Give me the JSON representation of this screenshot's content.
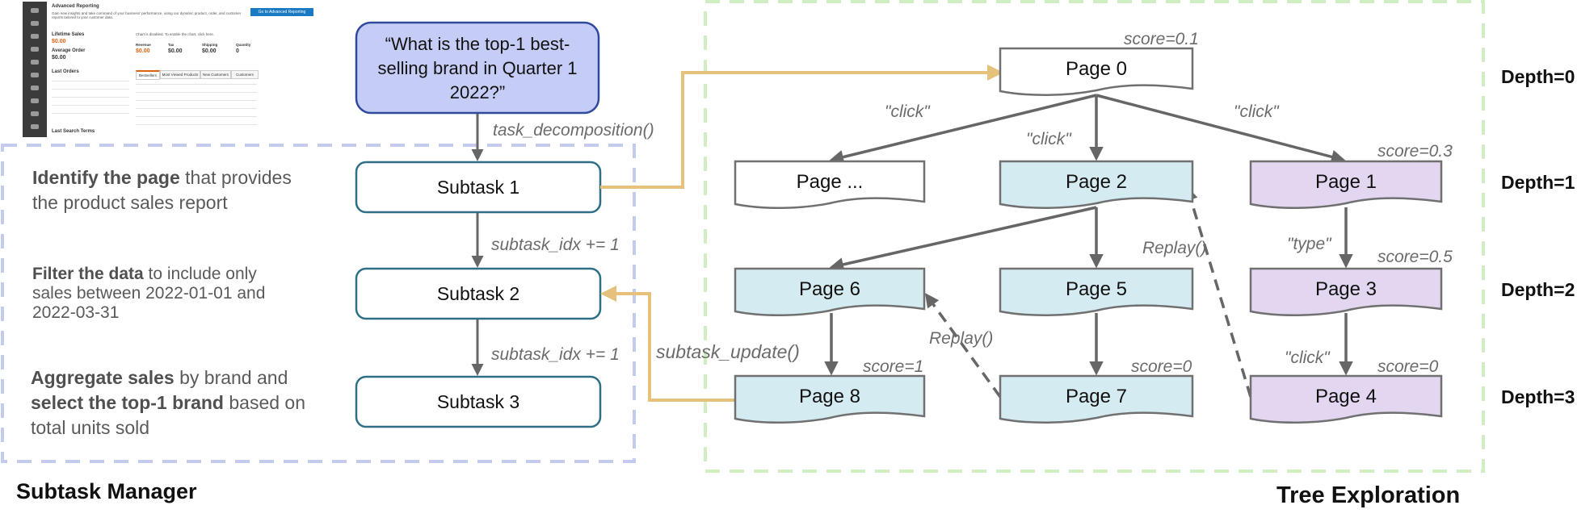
{
  "question": [
    "“What is the top-1 best-",
    "selling brand in Quarter 1",
    "2022?”"
  ],
  "subtask_manager": {
    "title": "Subtask Manager",
    "decomposition_label": "task_decomposition()",
    "increment_label": "subtask_idx += 1",
    "update_label": "subtask_update()",
    "subtasks": [
      {
        "label": "Subtask 1",
        "desc": [
          [
            "Identify the page",
            " that provides"
          ],
          [
            "",
            "the product sales report"
          ]
        ]
      },
      {
        "label": "Subtask 2",
        "desc": [
          [
            "Filter the data",
            " to include only"
          ],
          [
            "",
            "sales between 2022-01-01 and"
          ],
          [
            "",
            "2022-03-31"
          ]
        ]
      },
      {
        "label": "Subtask 3",
        "desc": [
          [
            "Aggregate sales",
            " by brand and"
          ],
          [
            "select the top-1 brand",
            " based on"
          ],
          [
            "",
            "total units sold"
          ]
        ]
      }
    ]
  },
  "tree": {
    "title": "Tree Exploration",
    "depths": [
      "Depth=0",
      "Depth=1",
      "Depth=2",
      "Depth=3"
    ],
    "pages": {
      "p0": "Page 0",
      "pdots": "Page ...",
      "p2": "Page 2",
      "p1": "Page 1",
      "p6": "Page 6",
      "p5": "Page 5",
      "p3": "Page 3",
      "p8": "Page 8",
      "p7": "Page 7",
      "p4": "Page 4"
    },
    "scores": {
      "p0": "score=0.1",
      "p1": "score=0.3",
      "p3": "score=0.5",
      "p8": "score=1",
      "p7": "score=0",
      "p4": "score=0"
    },
    "actions": {
      "click_left": "\"click\"",
      "click_mid": "\"click\"",
      "click_right": "\"click\"",
      "type": "\"type\"",
      "click_p4": "\"click\""
    },
    "replay": "Replay()"
  },
  "thumbnail": {
    "title": "Advanced Reporting",
    "subtitle": "Gain new insights and take command of your business' performance, using our dynamic product, order, and customer reports tailored to your customer data.",
    "button": "Go to Advanced Reporting",
    "lifetime_sales_label": "Lifetime Sales",
    "lifetime_sales_value": "$0.00",
    "average_order_label": "Average Order",
    "average_order_value": "$0.00",
    "last_orders": "Last Orders",
    "last_search_terms": "Last Search Terms",
    "chart_note": "Chart is disabled. To enable the chart, click here.",
    "stats": [
      {
        "label": "Revenue",
        "value": "$0.00"
      },
      {
        "label": "Tax",
        "value": "$0.00"
      },
      {
        "label": "Shipping",
        "value": "$0.00"
      },
      {
        "label": "Quantity",
        "value": "0"
      }
    ],
    "tabs": [
      "Bestsellers",
      "Most Viewed Products",
      "New Customers",
      "Customers"
    ]
  },
  "colors": {
    "question_fill": "#c5cdf7",
    "question_stroke": "#2f4a9c",
    "subtask_stroke": "#2f6f86",
    "cyan_fill": "#d4ecf1",
    "purple_fill": "#e2d6f1",
    "white_fill": "#ffffff",
    "page_stroke": "#707070",
    "arrow": "#666666",
    "gold": "#e6c17c",
    "blue_dash": "#c3cbee",
    "green_dash": "#cfeec2"
  }
}
